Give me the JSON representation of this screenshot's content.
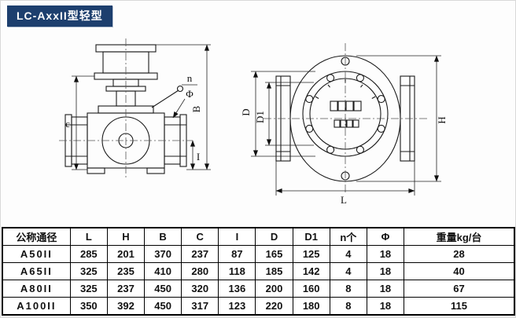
{
  "title": "LC-AxxII型轻型",
  "drawings": {
    "side_view": {
      "dim_c": "c",
      "dim_B": "B",
      "dim_I": "I",
      "dim_n": "n",
      "dim_phi": "Φ"
    },
    "front_view": {
      "dim_D": "D",
      "dim_D1": "D1",
      "dim_H": "H",
      "dim_L": "L"
    }
  },
  "table": {
    "headers": [
      "公称通径",
      "L",
      "H",
      "B",
      "C",
      "I",
      "D",
      "D1",
      "n个",
      "Φ",
      "重量kg/台"
    ],
    "rows": [
      [
        "A50II",
        "285",
        "201",
        "370",
        "237",
        "87",
        "165",
        "125",
        "4",
        "18",
        "28"
      ],
      [
        "A65II",
        "325",
        "235",
        "410",
        "280",
        "118",
        "185",
        "142",
        "4",
        "18",
        "40"
      ],
      [
        "A80II",
        "325",
        "237",
        "450",
        "320",
        "136",
        "200",
        "160",
        "8",
        "18",
        "67"
      ],
      [
        "A100II",
        "350",
        "392",
        "450",
        "317",
        "123",
        "220",
        "180",
        "8",
        "18",
        "115"
      ]
    ]
  }
}
